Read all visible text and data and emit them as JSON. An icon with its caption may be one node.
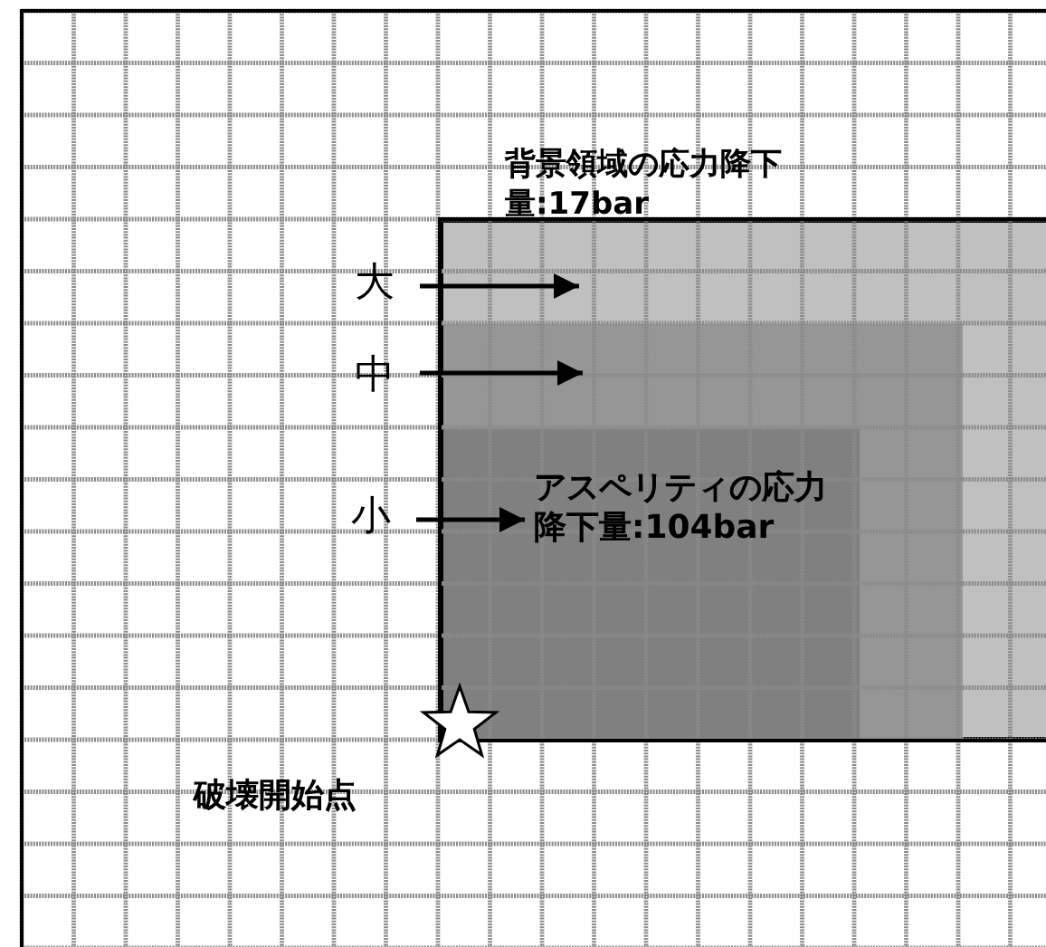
{
  "diagram": {
    "nodes": [
      {
        "text": [
          "背景領域の応力降下量:17bar"
        ]
      },
      {
        "text": [],
        "shape": "box",
        "in": 0
      },
      {
        "text": [
          "アスペリティの応力降下量:104bar"
        ],
        "in": 1
      },
      {
        "text": [
          "大"
        ]
      },
      {
        "text": [
          "中"
        ]
      },
      {
        "text": [
          "小"
        ]
      },
      {
        "text": [],
        "shape": "star",
        "beside": [
          "破壊開始点"
        ]
      }
    ],
    "edges": [
      {
        "from": 3,
        "to": 0,
        "arrow": "to"
      },
      {
        "from": 4,
        "to": 1,
        "arrow": "to"
      },
      {
        "from": 5,
        "to": 2,
        "arrow": "to"
      }
    ]
  }
}
